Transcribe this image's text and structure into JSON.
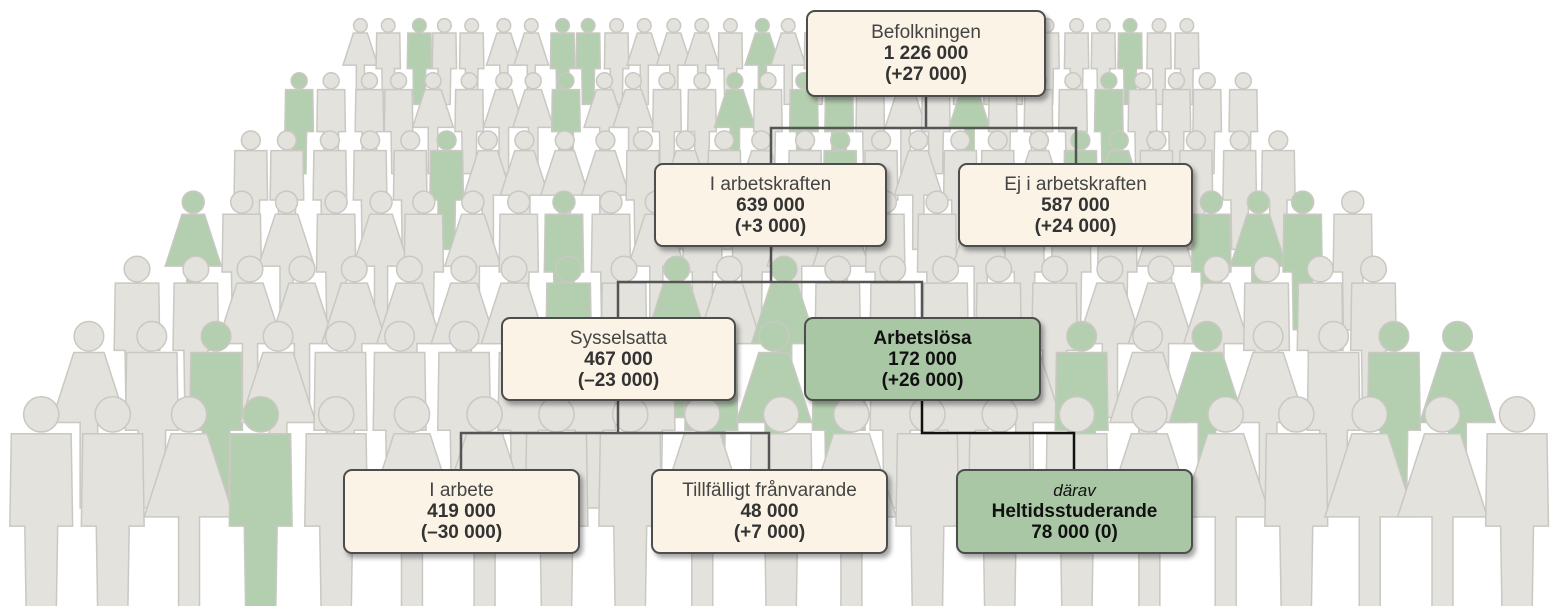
{
  "colors": {
    "node_fill": "#fbf4e6",
    "node_fill_highlight": "#a9c7a4",
    "crowd_grey": "#e3e2dd",
    "crowd_outline": "#c9c8c2",
    "crowd_green": "#b4cfaf",
    "connector": "#555555",
    "connector_highlight": "#111111"
  },
  "nodes": {
    "befolkning": {
      "label": "Befolkningen",
      "value": "1 226 000",
      "change": "(+27 000)"
    },
    "i_arbetskraften": {
      "label": "I arbetskraften",
      "value": "639 000",
      "change": "(+3 000)"
    },
    "ej_i_arbetskraften": {
      "label": "Ej i arbetskraften",
      "value": "587 000",
      "change": "(+24 000)"
    },
    "sysselsatta": {
      "label": "Sysselsatta",
      "value": "467 000",
      "change": "(–23 000)"
    },
    "arbetslosa": {
      "label": "Arbetslösa",
      "value": "172 000",
      "change": "(+26 000)"
    },
    "i_arbete": {
      "label": "I arbete",
      "value": "419 000",
      "change": "(–30 000)"
    },
    "tillfalligt_franvarande": {
      "label": "Tillfälligt frånvarande",
      "value": "48 000",
      "change": "(+7 000)"
    },
    "heltidsstuderande": {
      "prefix": "därav",
      "label": "Heltidsstuderande",
      "value": "78 000 (0)"
    }
  }
}
